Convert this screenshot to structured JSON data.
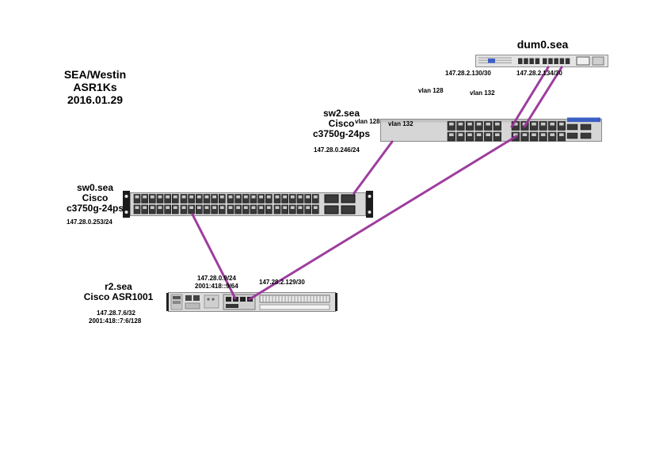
{
  "diagram": {
    "title_lines": [
      "SEA/Westin",
      "ASR1Ks",
      "2016.01.29"
    ]
  },
  "devices": {
    "dum0": {
      "name": "dum0.sea",
      "ip_left": "147.28.2.130/30",
      "ip_right": "147.28.2.134/30"
    },
    "sw2": {
      "name": "sw2.sea",
      "vendor": "Cisco",
      "model": "c3750g-24ps",
      "ip": "147.28.0.246/24",
      "vlan_top_left": "vlan 128",
      "vlan_top_right": "vlan 132",
      "vlan_side_left": "vlan 128",
      "vlan_side_right": "vlan 132"
    },
    "sw0": {
      "name": "sw0.sea",
      "vendor": "Cisco",
      "model": "c3750g-24ps",
      "ip": "147.28.0.253/24"
    },
    "r2": {
      "name": "r2.sea",
      "model_line": "Cisco ASR1001",
      "ip_top_1": "147.28.0.9/24",
      "ip_top_2": "2001:418::9/64",
      "ip_right": "147.28.2.129/30",
      "ip_bottom_1": "147.28.7.6/32",
      "ip_bottom_2": "2001:418::7:6/128"
    }
  },
  "links": [
    {
      "from": "dum0.sea",
      "to": "sw2.sea",
      "vlan": "vlan 128"
    },
    {
      "from": "dum0.sea",
      "to": "sw2.sea",
      "vlan": "vlan 132"
    },
    {
      "from": "sw2.sea",
      "to": "sw0.sea"
    },
    {
      "from": "sw0.sea",
      "to": "r2.sea"
    },
    {
      "from": "r2.sea",
      "to": "sw2.sea"
    }
  ],
  "colors": {
    "link": "#993399",
    "badge": "#3c5fc4"
  }
}
